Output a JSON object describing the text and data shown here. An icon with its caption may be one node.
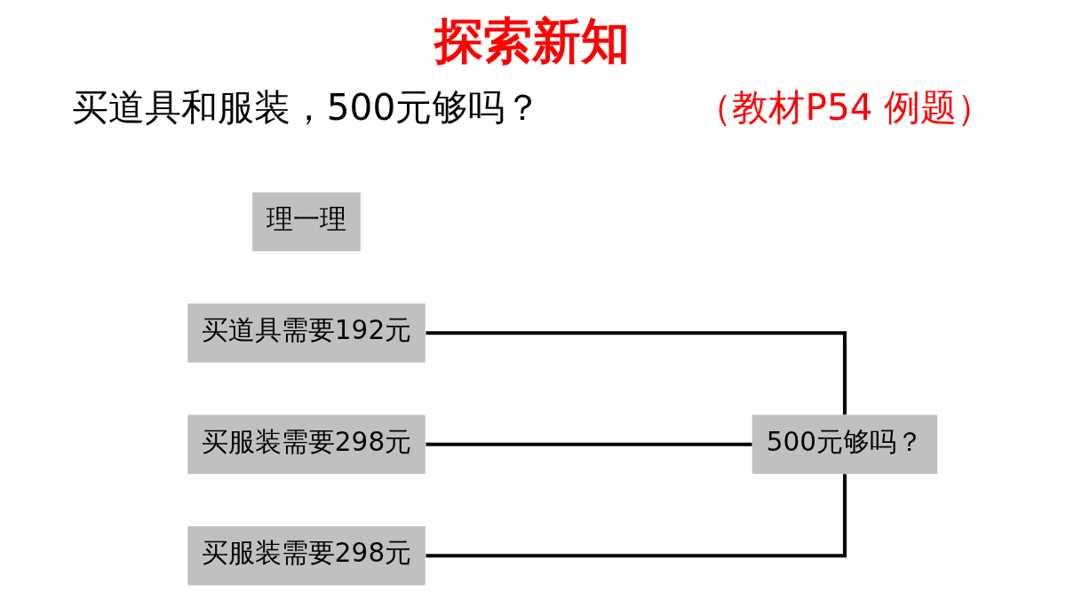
{
  "diagram": {
    "title": "探索新知",
    "nodes": [
      {
        "text": [
          "理一理"
        ]
      },
      {
        "text": [
          "买道具需要192元"
        ]
      },
      {
        "text": [
          "买服装需要298元"
        ]
      },
      {
        "text": [
          "500元够吗？"
        ]
      },
      {
        "text": [
          "买服装需要298元"
        ]
      }
    ],
    "edges": [
      {
        "from": 1,
        "to": 3,
        "arrow": "none"
      },
      {
        "from": 2,
        "to": 3,
        "arrow": "none"
      },
      {
        "from": 4,
        "to": 3,
        "arrow": "none"
      }
    ],
    "labels": [
      "买道具和服装，500元够吗？",
      "（教材P54 例题）"
    ]
  }
}
